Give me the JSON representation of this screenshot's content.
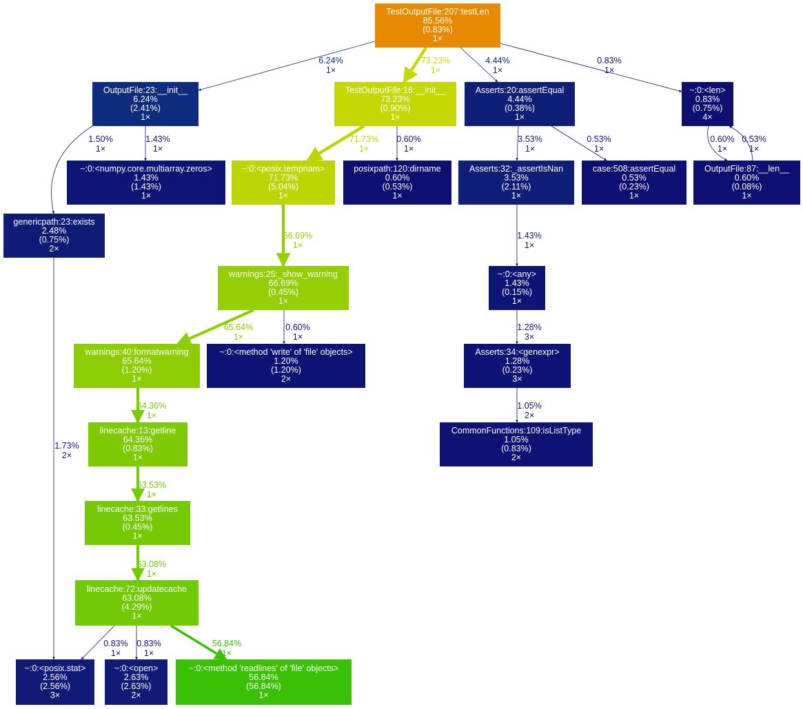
{
  "graph": {
    "nodes": [
      {
        "id": "n1",
        "name": "TestOutputFile:207:testLen",
        "total": "85.56%",
        "self": "(0.83%)",
        "calls": "1×",
        "color": "#e88a00"
      },
      {
        "id": "n2",
        "name": "OutputFile:23:__init__",
        "total": "6.24%",
        "self": "(2.41%)",
        "calls": "1×",
        "color": "#0f2b7e"
      },
      {
        "id": "n3",
        "name": "TestOutputFile:18:__init__",
        "total": "73.23%",
        "self": "(0.90%)",
        "calls": "1×",
        "color": "#c6d804"
      },
      {
        "id": "n4",
        "name": "Asserts:20:assertEqual",
        "total": "4.44%",
        "self": "(0.38%)",
        "calls": "1×",
        "color": "#0f1f78"
      },
      {
        "id": "n5",
        "name": "~:0:<len>",
        "total": "0.83%",
        "self": "(0.75%)",
        "calls": "4×",
        "color": "#0d0f73"
      },
      {
        "id": "n6",
        "name": "~:0:<numpy.core.multiarray.zeros>",
        "total": "1.43%",
        "self": "(1.43%)",
        "calls": "1×",
        "color": "#0e1675"
      },
      {
        "id": "n7",
        "name": "~:0:<posix.tempnam>",
        "total": "71.73%",
        "self": "(5.04%)",
        "calls": "1×",
        "color": "#bcd604"
      },
      {
        "id": "n8",
        "name": "posixpath:120:dirname",
        "total": "0.60%",
        "self": "(0.53%)",
        "calls": "1×",
        "color": "#0d0f73"
      },
      {
        "id": "n9",
        "name": "Asserts:32:_assertIsNan",
        "total": "3.53%",
        "self": "(2.11%)",
        "calls": "1×",
        "color": "#0f1f78"
      },
      {
        "id": "n10",
        "name": "case:508:assertEqual",
        "total": "0.53%",
        "self": "(0.23%)",
        "calls": "1×",
        "color": "#0d0f73"
      },
      {
        "id": "n11",
        "name": "OutputFile:87:__len__",
        "total": "0.60%",
        "self": "(0.08%)",
        "calls": "1×",
        "color": "#0d0f73"
      },
      {
        "id": "n12",
        "name": "genericpath:23:exists",
        "total": "2.48%",
        "self": "(0.75%)",
        "calls": "2×",
        "color": "#0e1b77"
      },
      {
        "id": "n13",
        "name": "warnings:25:_show_warning",
        "total": "66.69%",
        "self": "(0.45%)",
        "calls": "1×",
        "color": "#94ce05"
      },
      {
        "id": "n14",
        "name": "~:0:<any>",
        "total": "1.43%",
        "self": "(0.15%)",
        "calls": "1×",
        "color": "#0e1675"
      },
      {
        "id": "n15",
        "name": "warnings:40:formatwarning",
        "total": "65.64%",
        "self": "(1.20%)",
        "calls": "1×",
        "color": "#8ccd05"
      },
      {
        "id": "n16",
        "name": "~:0:<method 'write' of 'file' objects>",
        "total": "1.20%",
        "self": "(1.20%)",
        "calls": "2×",
        "color": "#0e1475"
      },
      {
        "id": "n17",
        "name": "Asserts:34:<genexpr>",
        "total": "1.28%",
        "self": "(0.23%)",
        "calls": "3×",
        "color": "#0e1475"
      },
      {
        "id": "n18",
        "name": "linecache:13:getline",
        "total": "64.36%",
        "self": "(0.83%)",
        "calls": "1×",
        "color": "#7ecb05"
      },
      {
        "id": "n19",
        "name": "CommonFunctions:109:isListType",
        "total": "1.05%",
        "self": "(0.83%)",
        "calls": "2×",
        "color": "#0d1274"
      },
      {
        "id": "n20",
        "name": "linecache:33:getlines",
        "total": "63.53%",
        "self": "(0.45%)",
        "calls": "1×",
        "color": "#76ca05"
      },
      {
        "id": "n21",
        "name": "linecache:72:updatecache",
        "total": "63.08%",
        "self": "(4.29%)",
        "calls": "1×",
        "color": "#72c905"
      },
      {
        "id": "n22",
        "name": "~:0:<posix.stat>",
        "total": "2.56%",
        "self": "(2.56%)",
        "calls": "3×",
        "color": "#0f1b77"
      },
      {
        "id": "n23",
        "name": "~:0:<open>",
        "total": "2.63%",
        "self": "(2.63%)",
        "calls": "2×",
        "color": "#0f1b77"
      },
      {
        "id": "n24",
        "name": "~:0:<method 'readlines' of 'file' objects>",
        "total": "56.84%",
        "self": "(56.84%)",
        "calls": "1×",
        "color": "#3ac106"
      }
    ],
    "edges": [
      {
        "id": "e1",
        "from": "n1",
        "to": "n2",
        "pct": "6.24%",
        "calls": "1×",
        "color": "#0f2b7e"
      },
      {
        "id": "e2",
        "from": "n1",
        "to": "n3",
        "pct": "73.23%",
        "calls": "1×",
        "color": "#c6d804"
      },
      {
        "id": "e3",
        "from": "n1",
        "to": "n4",
        "pct": "4.44%",
        "calls": "1×",
        "color": "#0f1f78"
      },
      {
        "id": "e4",
        "from": "n1",
        "to": "n5",
        "pct": "0.83%",
        "calls": "1×",
        "color": "#0d0f73"
      },
      {
        "id": "e5",
        "from": "n2",
        "to": "n12",
        "pct": "1.50%",
        "calls": "1×",
        "color": "#0e1675"
      },
      {
        "id": "e6",
        "from": "n2",
        "to": "n6",
        "pct": "1.43%",
        "calls": "1×",
        "color": "#0e1675"
      },
      {
        "id": "e7",
        "from": "n3",
        "to": "n7",
        "pct": "71.73%",
        "calls": "1×",
        "color": "#bcd604"
      },
      {
        "id": "e8",
        "from": "n3",
        "to": "n8",
        "pct": "0.60%",
        "calls": "1×",
        "color": "#0d0f73"
      },
      {
        "id": "e9",
        "from": "n4",
        "to": "n9",
        "pct": "3.53%",
        "calls": "1×",
        "color": "#0f1f78"
      },
      {
        "id": "e10",
        "from": "n4",
        "to": "n10",
        "pct": "0.53%",
        "calls": "1×",
        "color": "#0d0f73"
      },
      {
        "id": "e11",
        "from": "n5",
        "to": "n11",
        "pct": "0.60%",
        "calls": "1×",
        "color": "#0d0f73"
      },
      {
        "id": "e12",
        "from": "n11",
        "to": "n5",
        "pct": "0.53%",
        "calls": "1×",
        "color": "#0d0f73"
      },
      {
        "id": "e13",
        "from": "n7",
        "to": "n13",
        "pct": "66.69%",
        "calls": "1×",
        "color": "#94ce05"
      },
      {
        "id": "e14",
        "from": "n9",
        "to": "n14",
        "pct": "1.43%",
        "calls": "1×",
        "color": "#0e1675"
      },
      {
        "id": "e15",
        "from": "n12",
        "to": "n22",
        "pct": "1.73%",
        "calls": "2×",
        "color": "#0e1675"
      },
      {
        "id": "e16",
        "from": "n13",
        "to": "n15",
        "pct": "65.64%",
        "calls": "1×",
        "color": "#8ccd05"
      },
      {
        "id": "e17",
        "from": "n13",
        "to": "n16",
        "pct": "0.60%",
        "calls": "1×",
        "color": "#0d0f73"
      },
      {
        "id": "e18",
        "from": "n14",
        "to": "n17",
        "pct": "1.28%",
        "calls": "3×",
        "color": "#0e1475"
      },
      {
        "id": "e19",
        "from": "n15",
        "to": "n18",
        "pct": "64.36%",
        "calls": "1×",
        "color": "#7ecb05"
      },
      {
        "id": "e20",
        "from": "n17",
        "to": "n19",
        "pct": "1.05%",
        "calls": "2×",
        "color": "#0d1274"
      },
      {
        "id": "e21",
        "from": "n18",
        "to": "n20",
        "pct": "63.53%",
        "calls": "1×",
        "color": "#76ca05"
      },
      {
        "id": "e22",
        "from": "n20",
        "to": "n21",
        "pct": "63.08%",
        "calls": "1×",
        "color": "#72c905"
      },
      {
        "id": "e23",
        "from": "n21",
        "to": "n22",
        "pct": "0.83%",
        "calls": "1×",
        "color": "#0d0f73"
      },
      {
        "id": "e24",
        "from": "n21",
        "to": "n23",
        "pct": "0.83%",
        "calls": "1×",
        "color": "#0d0f73"
      },
      {
        "id": "e25",
        "from": "n21",
        "to": "n24",
        "pct": "56.84%",
        "calls": "1×",
        "color": "#3ac106"
      }
    ]
  }
}
